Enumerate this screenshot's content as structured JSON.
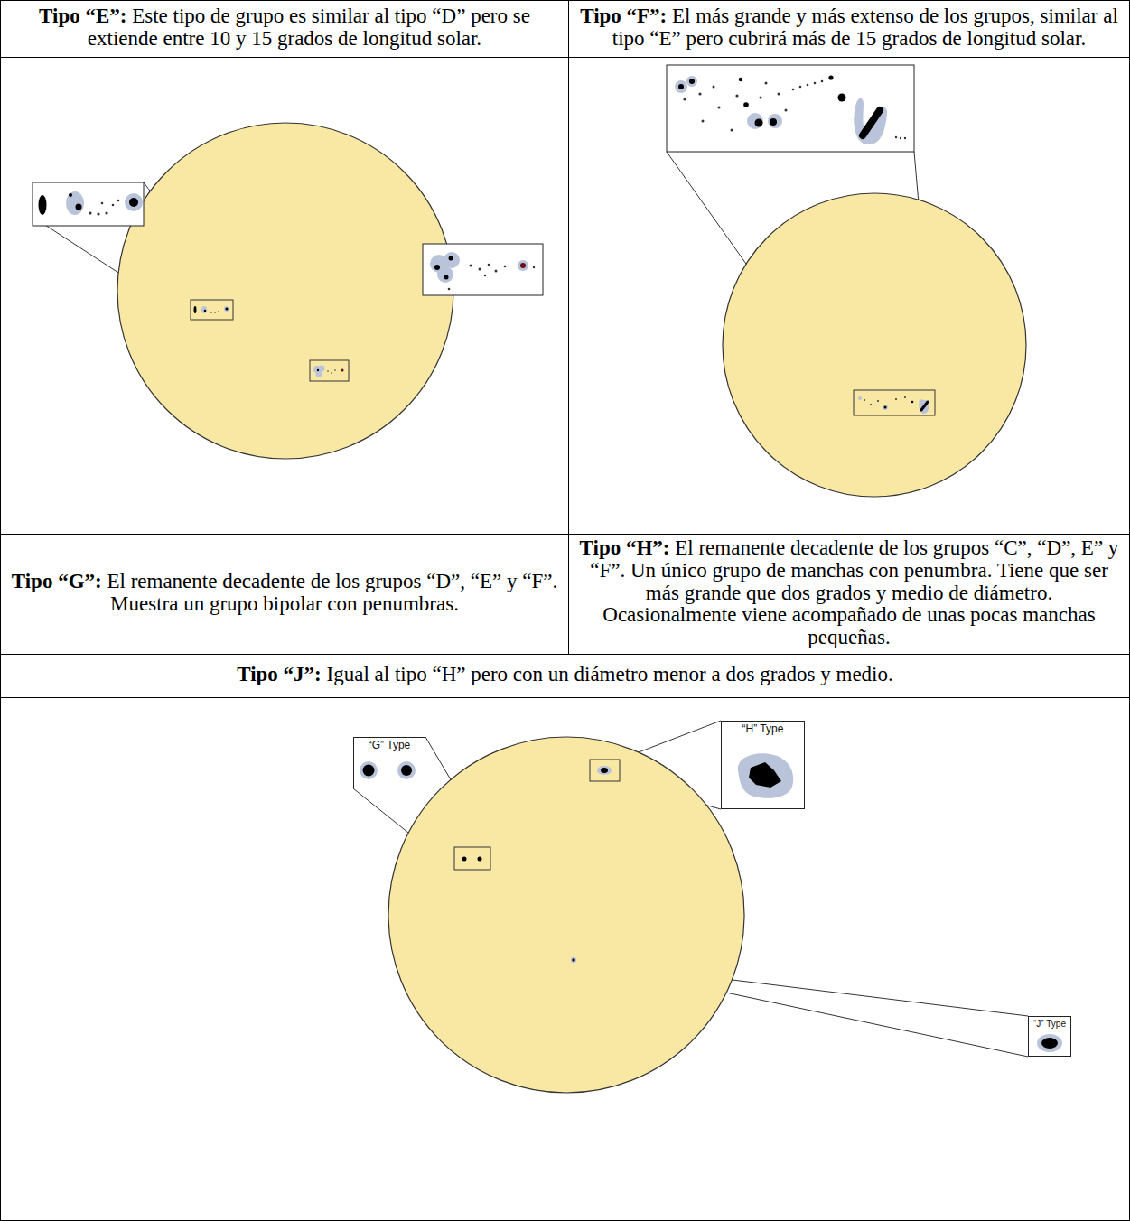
{
  "diagram": {
    "nodes": [
      {
        "text": [
          "Tipo “E”:",
          "Este tipo de grupo es similar al tipo “D” pero se extiende entre 10 y 15 grados de longitud solar."
        ]
      },
      {
        "text": [
          "Tipo “F”:",
          "El más grande y más extenso de los grupos, similar al tipo “E” pero cubrirá más de 15 grados de longitud solar."
        ]
      },
      {
        "text": [
          "Tipo “G”:",
          "El remanente decadente de los grupos “D”, “E” y “F”. Muestra un grupo bipolar con penumbras."
        ]
      },
      {
        "text": [
          "Tipo “H”:",
          "El remanente decadente de los grupos “C”, “D”, E” y “F”. Un único grupo de manchas con penumbra. Tiene que ser más grande que dos grados y medio de diámetro. Ocasionalmente viene acompañado de unas pocas manchas pequeñas."
        ]
      },
      {
        "text": [
          "Tipo “J”:",
          "Igual al tipo “H” pero con un diámetro menor a dos grados y medio."
        ]
      },
      {
        "text": [
          "“G” Type"
        ]
      },
      {
        "text": [
          "“H” Type"
        ]
      },
      {
        "text": [
          "“J” Type"
        ]
      }
    ]
  }
}
